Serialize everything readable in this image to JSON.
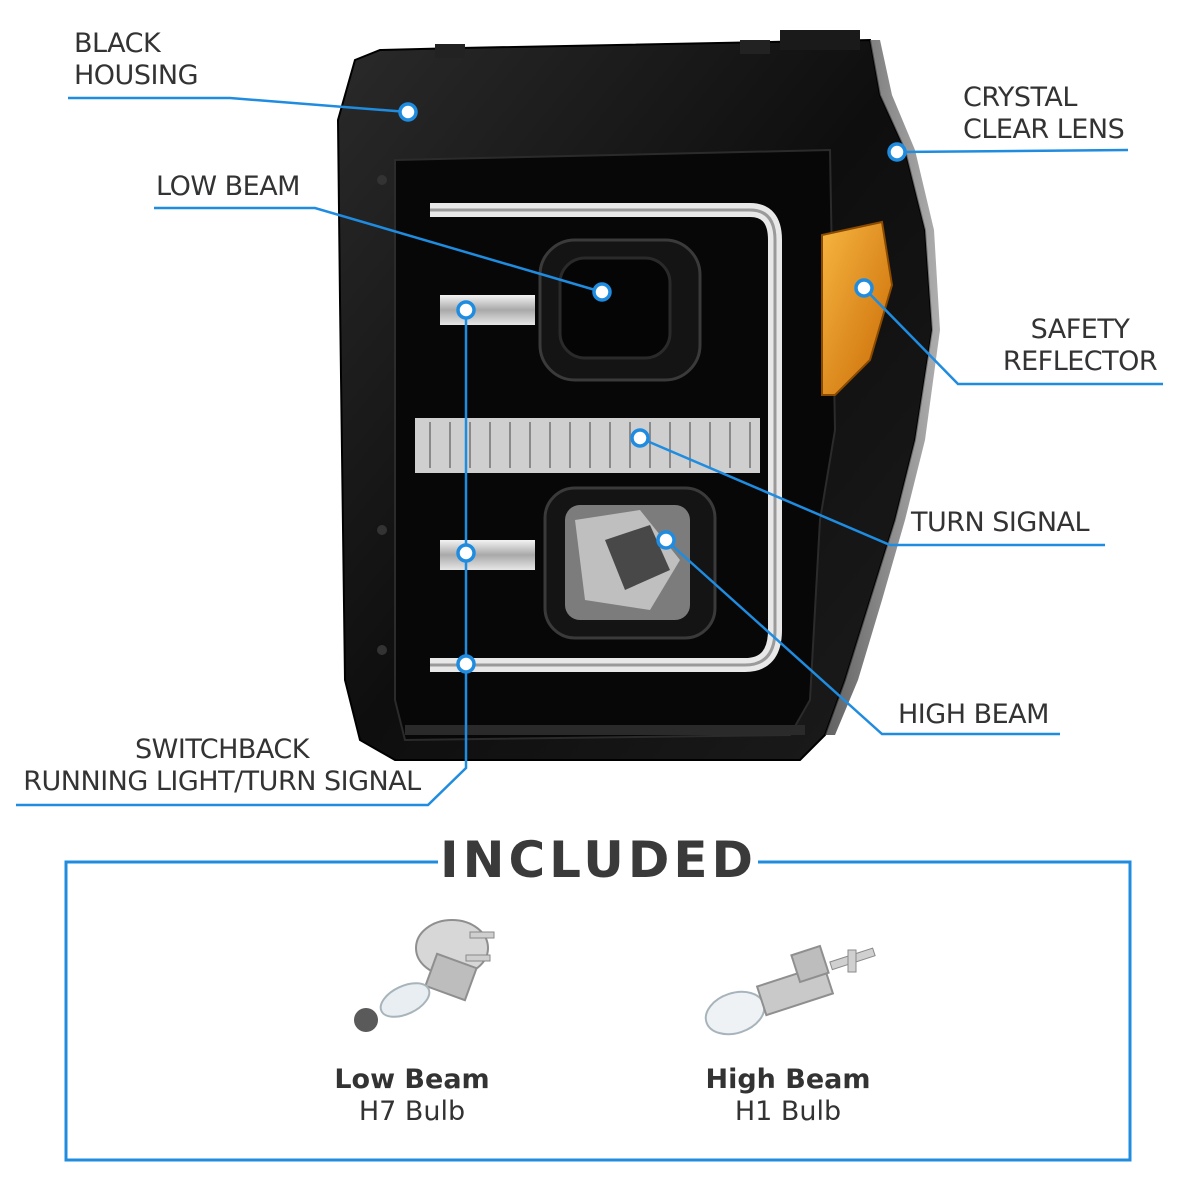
{
  "callouts": {
    "black_housing": [
      "BLACK",
      "HOUSING"
    ],
    "crystal_clear_lens": [
      "CRYSTAL",
      "CLEAR LENS"
    ],
    "low_beam": "LOW BEAM",
    "safety_reflector": [
      "SAFETY",
      "REFLECTOR"
    ],
    "turn_signal": "TURN SIGNAL",
    "high_beam": "HIGH BEAM",
    "switchback": [
      "SWITCHBACK",
      "RUNNING LIGHT/TURN SIGNAL"
    ]
  },
  "included": {
    "title": "INCLUDED",
    "bulbs": [
      {
        "name": "Low Beam",
        "type": "H7 Bulb",
        "icon": "h7-bulb-icon"
      },
      {
        "name": "High Beam",
        "type": "H1 Bulb",
        "icon": "h1-bulb-icon"
      }
    ]
  },
  "colors": {
    "accent": "#1f8ce0",
    "housing": "#111111",
    "text": "#333333",
    "amber_reflector": "#e08a10"
  }
}
